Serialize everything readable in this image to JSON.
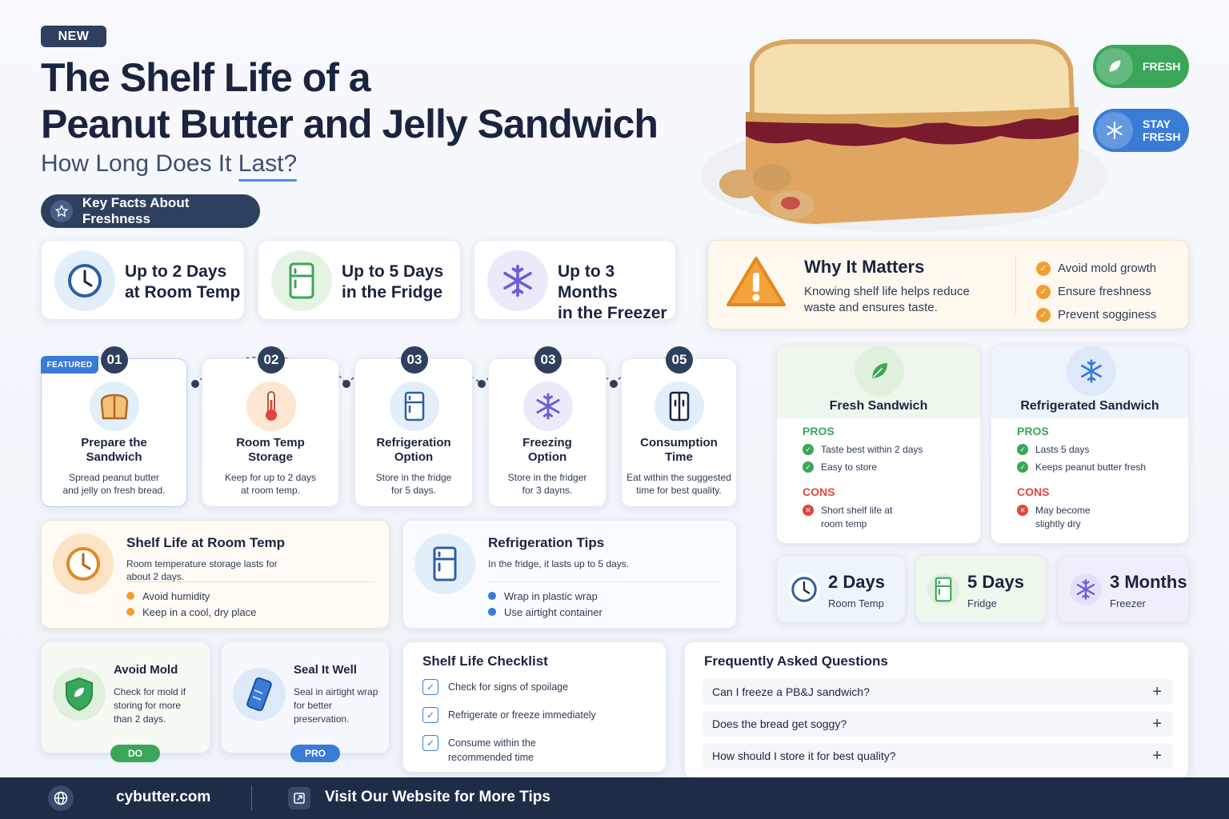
{
  "header": {
    "badge": "NEW",
    "title_line1": "The Shelf Life of a",
    "title_line2": "Peanut Butter and Jelly Sandwich",
    "subtitle_prefix": "How Long Does It ",
    "subtitle_emph": "Last?",
    "key_facts_label": "Key Facts About Freshness"
  },
  "tags": {
    "fresh": "FRESH",
    "stay_fresh_1": "STAY",
    "stay_fresh_2": "FRESH"
  },
  "stats": [
    {
      "line1": "Up to 2 Days",
      "line2": "at Room Temp",
      "icon": "clock-icon"
    },
    {
      "line1": "Up to 5 Days",
      "line2": "in the Fridge",
      "icon": "fridge-icon"
    },
    {
      "line1": "Up to 3 Months",
      "line2": "in the Freezer",
      "icon": "snowflake-icon"
    }
  ],
  "why": {
    "title": "Why It Matters",
    "text": "Knowing shelf life helps reduce waste and ensures taste.",
    "items": [
      "Avoid mold growth",
      "Ensure freshness",
      "Prevent sogginess"
    ]
  },
  "steps": {
    "featured": "FEATURED",
    "items": [
      {
        "num": "01",
        "h1": "Prepare the",
        "h2": "Sandwich",
        "d1": "Spread peanut butter",
        "d2": "and jelly on fresh bread."
      },
      {
        "num": "02",
        "h1": "Room Temp",
        "h2": "Storage",
        "d1": "Keep for up to 2 days",
        "d2": "at room temp."
      },
      {
        "num": "03",
        "h1": "Refrigeration",
        "h2": "Option",
        "d1": "Store in the fridge",
        "d2": "for 5 days."
      },
      {
        "num": "03",
        "h1": "Freezing",
        "h2": "Option",
        "d1": "Store in the fridger",
        "d2": "for 3 dayns."
      },
      {
        "num": "05",
        "h1": "Consumption",
        "h2": "Time",
        "d1": "Eat within the suggested",
        "d2": "time for best quality."
      }
    ]
  },
  "room_tip": {
    "title": "Shelf Life at Room Temp",
    "text1": "Room temperature storage lasts for",
    "text2": "about 2 days.",
    "items": [
      "Avoid humidity",
      "Keep in a cool, dry place"
    ]
  },
  "fridge_tip": {
    "title": "Refrigeration Tips",
    "text": "In the fridge, it lasts up to 5 days.",
    "items": [
      "Wrap in plastic wrap",
      "Use airtight container"
    ]
  },
  "compare": {
    "pros_label": "PROS",
    "cons_label": "CONS",
    "fresh": {
      "title": "Fresh Sandwich",
      "pros": [
        "Taste best within 2 days",
        "Easy to store"
      ],
      "cons1": "Short shelf life at",
      "cons2": "room temp"
    },
    "fridge": {
      "title": "Refrigerated Sandwich",
      "pros": [
        "Lasts 5 days",
        "Keeps peanut butter fresh"
      ],
      "cons1": "May become",
      "cons2": "slightly dry"
    }
  },
  "summary": [
    {
      "big": "2 Days",
      "small": "Room Temp"
    },
    {
      "big": "5 Days",
      "small": "Fridge"
    },
    {
      "big": "3 Months",
      "small": "Freezer"
    }
  ],
  "mold": {
    "title": "Avoid Mold",
    "text": "Check for mold if storing for more than 2 days.",
    "pill": "DO"
  },
  "seal": {
    "title": "Seal It Well",
    "text": "Seal in airtight wrap for better preservation.",
    "pill": "PRO"
  },
  "checklist": {
    "title": "Shelf Life Checklist",
    "items": [
      "Check for signs of spoilage",
      "Refrigerate or freeze immediately"
    ],
    "item3a": "Consume within the",
    "item3b": "recommended time"
  },
  "faq": {
    "title": "Frequently Asked Questions",
    "questions": [
      "Can I freeze a PB&J sandwich?",
      "Does the bread get soggy?",
      "How should I store it for best quality?"
    ]
  },
  "footer": {
    "url": "cybutter.com",
    "message": "Visit Our Website for More Tips"
  },
  "colors": {
    "navy": "#2f3f5e",
    "blue": "#3a7bd5",
    "green": "#3aa65a",
    "orange": "#f0a033",
    "purple": "#6a5fd6",
    "red": "#e0463c"
  }
}
